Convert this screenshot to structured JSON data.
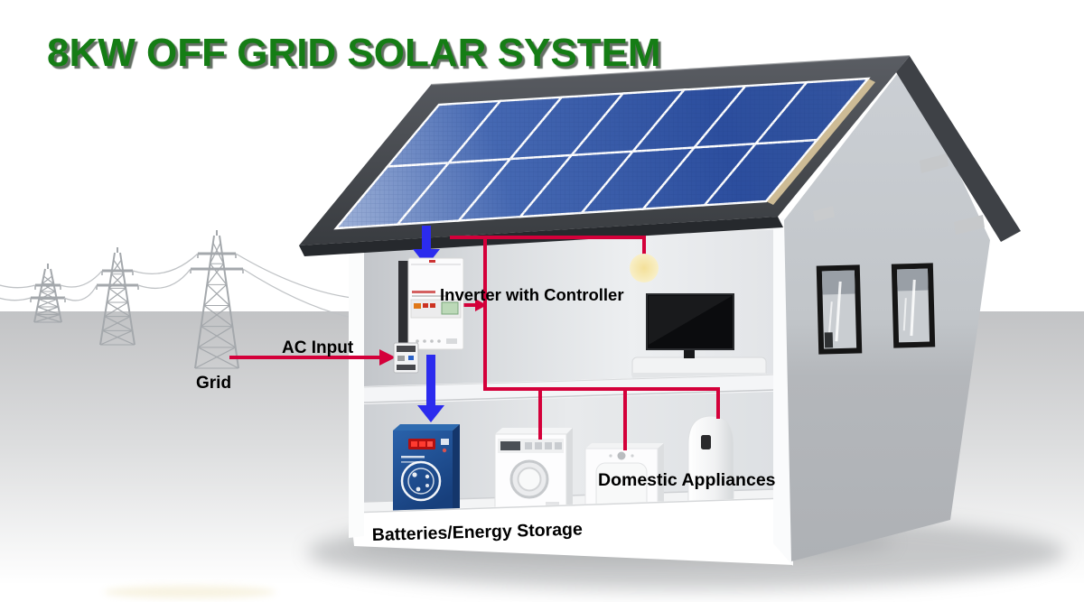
{
  "title": "8KW OFF GRID SOLAR SYSTEM",
  "labels": {
    "grid": "Grid",
    "ac_input": "AC Input",
    "inverter": "Inverter with Controller",
    "domestic_appliances": "Domestic Appliances",
    "batteries": "Batteries/Energy Storage"
  },
  "colors": {
    "title_green": "#157d15",
    "circuit_red": "#d4003a",
    "arrow_blue": "#2b2bee",
    "roof_dark": "#44474c",
    "panel_blue": "#2c4e9e",
    "panel_light": "#9fb2d8",
    "bulb_yellow": "#f6e8b0",
    "battery_blue": "#1d4f96",
    "wall_gray": "#c5c9ce",
    "ground_gray": "#c2c3c5",
    "label_black": "#0b0b0b",
    "appliance_label_color": "#1c2533"
  },
  "solar_array": {
    "rows": 2,
    "cols": 7,
    "panel_count": 14
  },
  "scene": {
    "tower_count": 3,
    "components": [
      "solar panel array",
      "inverter with controller",
      "ac meter",
      "battery energy storage",
      "washing machine",
      "dryer",
      "water heater",
      "television",
      "light bulb",
      "transmission towers"
    ]
  }
}
